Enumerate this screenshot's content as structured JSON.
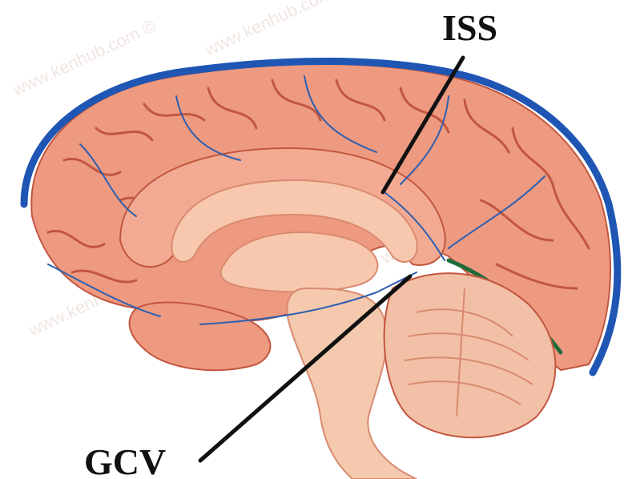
{
  "labels": {
    "top_right": "ISS",
    "bottom_left": "GCV"
  },
  "watermark": {
    "text": "www.kenhub.com ©"
  },
  "colors": {
    "cortex": "#ee9a80",
    "cortex_shade": "#e07a62",
    "sulcus": "#c2563f",
    "inner": "#f7c8ad",
    "vein_blue": "#2d5fb0",
    "sinus_blue": "#1f56b4",
    "sinus_green": "#1f6b3a",
    "cerebellum": "#f2c0a6",
    "brainstem": "#f4c9ae",
    "pointer": "#111111"
  }
}
